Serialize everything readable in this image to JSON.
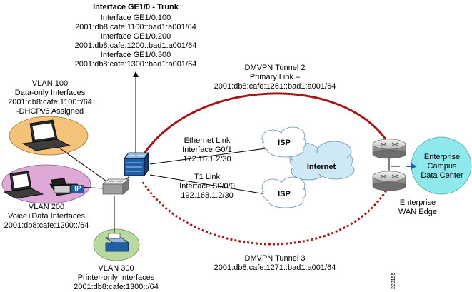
{
  "trunk": {
    "title": "Interface GE1/0 - Trunk",
    "lines": [
      "Interface GE1/0.100",
      "2001:db8:cafe:1100::bad1:a001/64",
      "Interface GE1/0.200",
      "2001:db8:cafe:1200::bad1:a001/64",
      "Interface GE1/0.300",
      "2001:db8:cafe:1300::bad1:a001/64"
    ]
  },
  "vlan100": {
    "lines": [
      "VLAN 100",
      "Data-only Interfaces",
      "2001:db8:cafe:1100::/64",
      "-DHCPv6 Assigned"
    ]
  },
  "vlan200": {
    "lines": [
      "VLAN 200",
      "Voice+Data Interfaces",
      "2001:db8:cafe:1200::/64"
    ]
  },
  "vlan300": {
    "lines": [
      "VLAN 300",
      "Printer-only Interfaces",
      "2001:db8:cafe:1300::/64"
    ]
  },
  "tunnel2": {
    "lines": [
      "DMVPN Tunnel 2",
      "Primary Link –",
      "2001:db8:cafe:1261::bad1:a001/64"
    ]
  },
  "tunnel3": {
    "lines": [
      "DMVPN Tunnel 3",
      "2001:db8:cafe:1271::bad1:a001/64"
    ]
  },
  "ethernet": {
    "lines": [
      "Ethernet Link",
      "Interface G0/1",
      "172.16.1.2/30"
    ]
  },
  "t1": {
    "lines": [
      "T1 Link",
      "Interface S0/0/0",
      "192.168.1.2/30"
    ]
  },
  "isp_top": "ISP",
  "isp_bottom": "ISP",
  "internet": "Internet",
  "wan_edge": {
    "lines": [
      "Enterprise",
      "WAN Edge"
    ]
  },
  "campus": {
    "lines": [
      "Enterprise",
      "Campus",
      "Data Center"
    ]
  },
  "phone_badge": "IP",
  "figure_id": "220155",
  "colors": {
    "tunnel": "#a01818",
    "router_blue": "#1f5fa8",
    "vlan100_fill": "#f5c27a",
    "vlan200_fill": "#dea9d6",
    "vlan300_fill": "#b9d9a0",
    "campus_fill": "#8ee8ec",
    "cloud_fill": "#cfe8f6"
  }
}
